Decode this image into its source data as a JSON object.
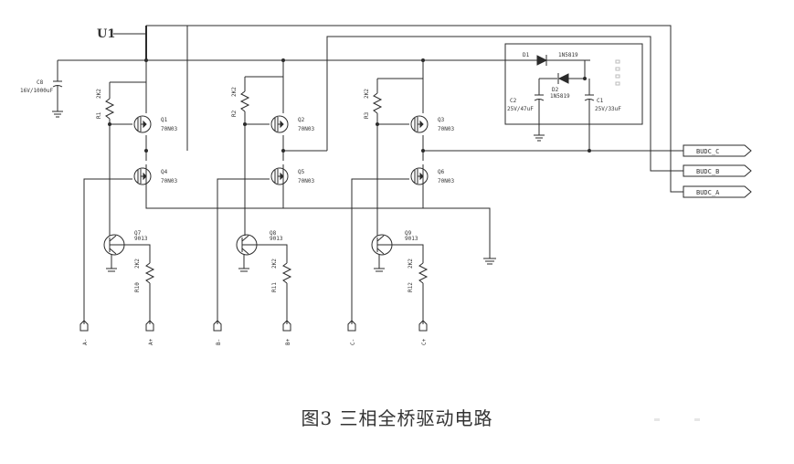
{
  "caption": "图3 三相全桥驱动电路",
  "supply_label": "U1",
  "cap_main": {
    "ref": "C8",
    "value": "16V/1000uF"
  },
  "phases": [
    {
      "high_fet": {
        "ref": "Q1",
        "part": "70N03"
      },
      "low_fet": {
        "ref": "Q4",
        "part": "70N03"
      },
      "gate_res": {
        "ref": "R1",
        "value": "2K2"
      },
      "bjt": {
        "ref": "Q7",
        "part": "9013"
      },
      "base_res": {
        "ref": "R10",
        "value": "2K2"
      },
      "in_left": "A-",
      "in_right": "A+"
    },
    {
      "high_fet": {
        "ref": "Q2",
        "part": "70N03"
      },
      "low_fet": {
        "ref": "Q5",
        "part": "70N03"
      },
      "gate_res": {
        "ref": "R2",
        "value": "2K2"
      },
      "bjt": {
        "ref": "Q8",
        "part": "9013"
      },
      "base_res": {
        "ref": "R11",
        "value": "2K2"
      },
      "in_left": "B-",
      "in_right": "B+"
    },
    {
      "high_fet": {
        "ref": "Q3",
        "part": "70N03"
      },
      "low_fet": {
        "ref": "Q6",
        "part": "70N03"
      },
      "gate_res": {
        "ref": "R3",
        "value": "2K2"
      },
      "bjt": {
        "ref": "Q9",
        "part": "9013"
      },
      "base_res": {
        "ref": "R12",
        "value": "2K2"
      },
      "in_left": "C-",
      "in_right": "C+"
    }
  ],
  "bemf_block": {
    "d1": {
      "ref": "D1",
      "part": "1N5819"
    },
    "d2": {
      "ref": "D2",
      "part": "1N5819"
    },
    "c2": {
      "ref": "C2",
      "value": "25V/47uF"
    },
    "c1": {
      "ref": "C1",
      "value": "25V/33uF"
    }
  },
  "outputs": [
    "BUDC_C",
    "BUDC_B",
    "BUDC_A"
  ]
}
